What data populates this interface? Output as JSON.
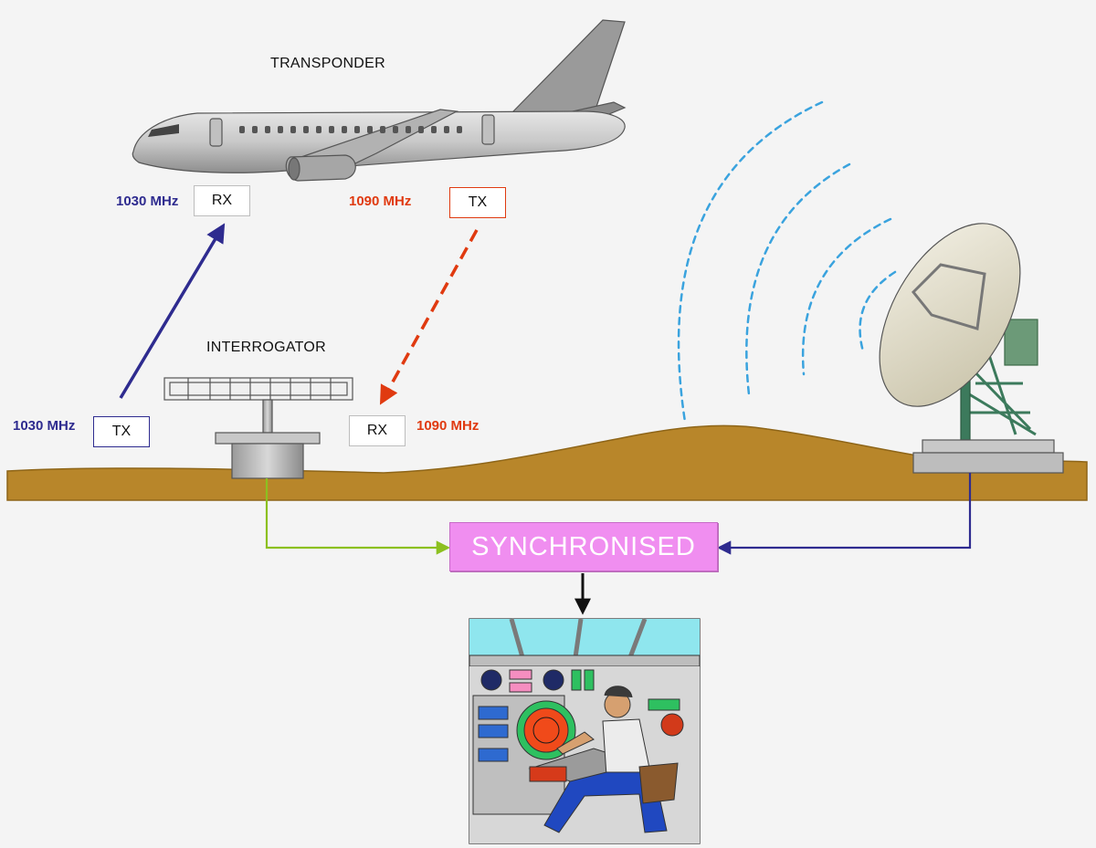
{
  "labels": {
    "transponder": "TRANSPONDER",
    "interrogator": "INTERROGATOR"
  },
  "aircraft": {
    "rx_freq": "1030 MHz",
    "rx_label": "RX",
    "tx_freq": "1090 MHz",
    "tx_label": "TX"
  },
  "ground": {
    "tx_freq": "1030 MHz",
    "tx_label": "TX",
    "rx_label": "RX",
    "rx_freq": "1090 MHz"
  },
  "sync_label": "SYNCHRONISED",
  "colors": {
    "uplink": "#2e2b8f",
    "downlink": "#e03a10",
    "terrain": "#b8862a",
    "signal_waves": "#3aa3de",
    "interrogator_link": "#8cc020",
    "radar_link": "#2e2b8f",
    "sync_box": "#f08ef0"
  }
}
